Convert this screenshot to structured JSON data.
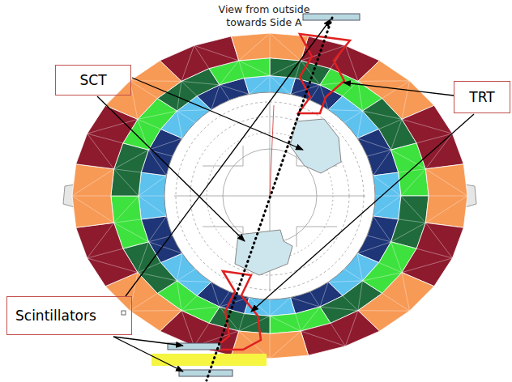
{
  "diagram": {
    "nodes": [
      {
        "text": [
          "SCT"
        ]
      },
      {
        "text": [
          "TRT"
        ]
      },
      {
        "text": [
          "Scintillators"
        ]
      }
    ],
    "labels": [
      "View from outside towards Side A"
    ]
  }
}
